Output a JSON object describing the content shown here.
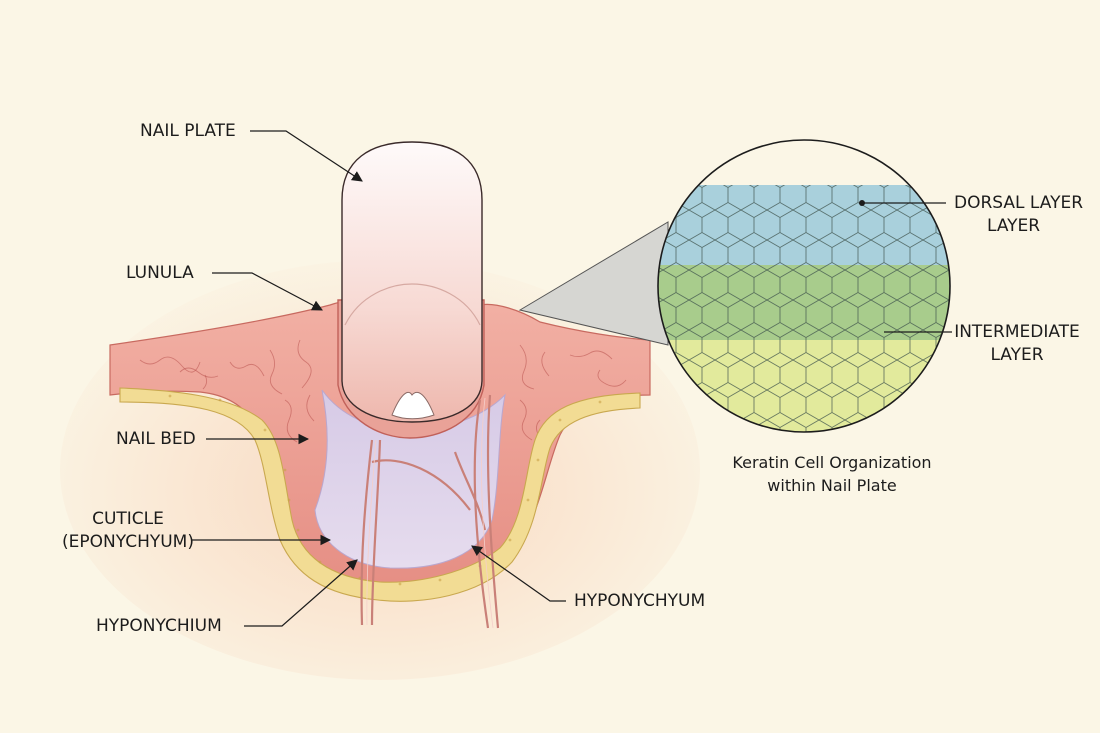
{
  "labels": {
    "nail_plate": "NAIL PLATE",
    "lunula": "LUNULA",
    "nail_bed": "NAIL BED",
    "cuticle_line1": "CUTICLE",
    "cuticle_line2": "(EPONYCHYUM)",
    "hyponychium": "HYPONYCHIUM",
    "hyponychyum": "HYPONYCHYUM",
    "dorsal_line1": "DORSAL LAYER",
    "dorsal_line2": "LAYER",
    "intermediate_line1": "INTERMEDIATE",
    "intermediate_line2": "LAYER"
  },
  "caption": {
    "line1": "Keratin Cell Organization",
    "line2": "within Nail Plate"
  },
  "colors": {
    "background": "#fbf6e6",
    "skin": "#e89a90",
    "dermis_line": "#b8504c",
    "fat_layer": "#f2dc94",
    "nail_bed": "#dcd0e6",
    "nail_plate": "#f6dcd6",
    "dorsal_layer": "#a9d0dc",
    "intermediate_layer": "#a8cc8c",
    "ventral_layer": "#e2ea9c",
    "hex_stroke": "#4a5a55"
  }
}
